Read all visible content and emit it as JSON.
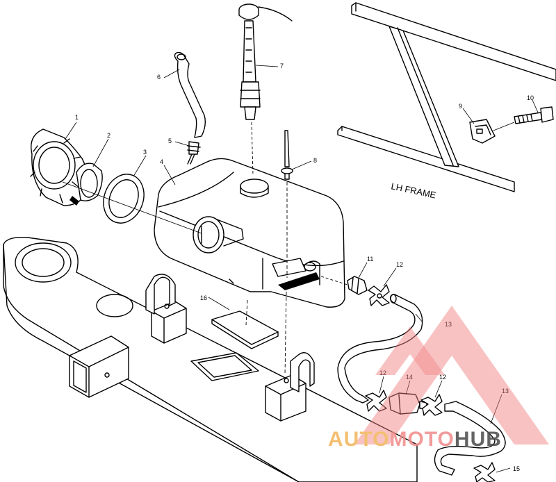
{
  "diagram": {
    "frame_label": "LH FRAME",
    "callouts": [
      "1",
      "2",
      "3",
      "4",
      "5",
      "6",
      "7",
      "8",
      "9",
      "10",
      "11",
      "12",
      "12",
      "14",
      "12",
      "13",
      "13",
      "15",
      "16"
    ]
  },
  "watermark": {
    "part1": "AUTO",
    "part2": "MOTO",
    "part3": "HUB",
    "colors": {
      "auto": "#f2b45a",
      "moto": "#f08a8a",
      "hub": "#4a4a4a",
      "triangle": "#f07c7c"
    }
  }
}
